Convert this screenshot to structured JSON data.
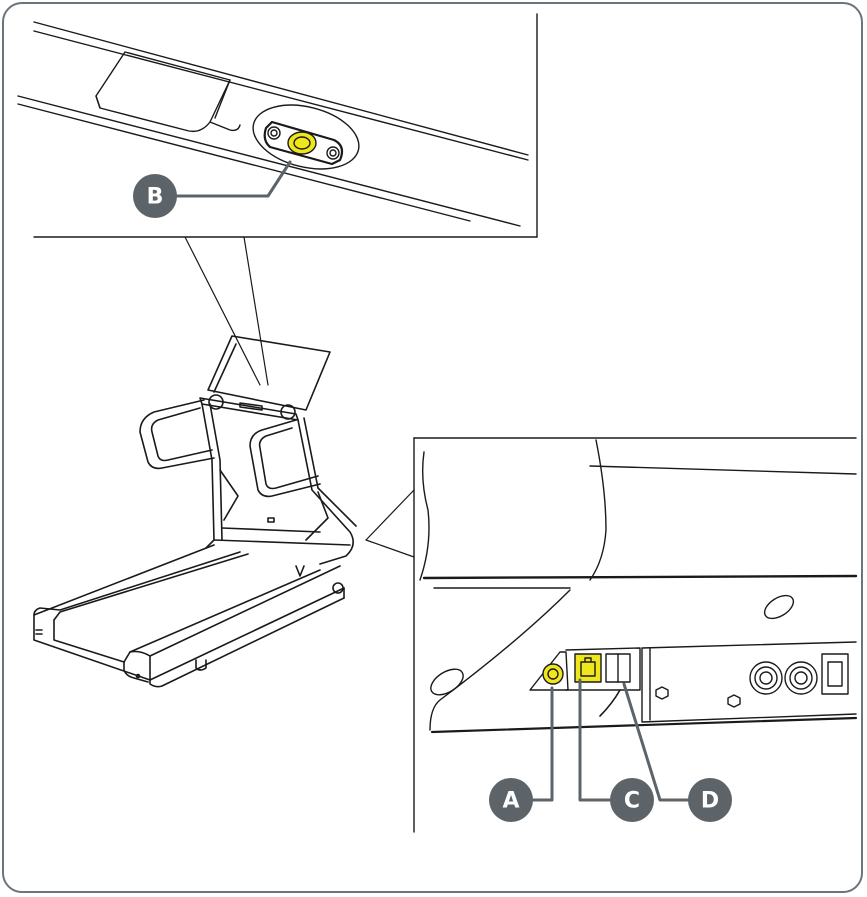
{
  "callouts": {
    "a": "A",
    "b": "B",
    "c": "C",
    "d": "D"
  },
  "colors": {
    "frame": "#6d7479",
    "callout_fill": "#5c646a",
    "highlight": "#f0e61e",
    "line": "#1a1a1a"
  }
}
